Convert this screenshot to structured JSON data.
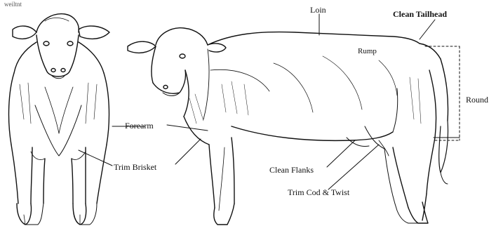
{
  "header_fragment": "weiltnt",
  "labels": {
    "loin": "Loin",
    "clean_tailhead": "Clean Tailhead",
    "rump": "Rump",
    "round": "Round",
    "forearm": "Forearm",
    "trim_brisket": "Trim Brisket",
    "clean_flanks": "Clean Flanks",
    "trim_cod_twist": "Trim Cod & Twist"
  }
}
